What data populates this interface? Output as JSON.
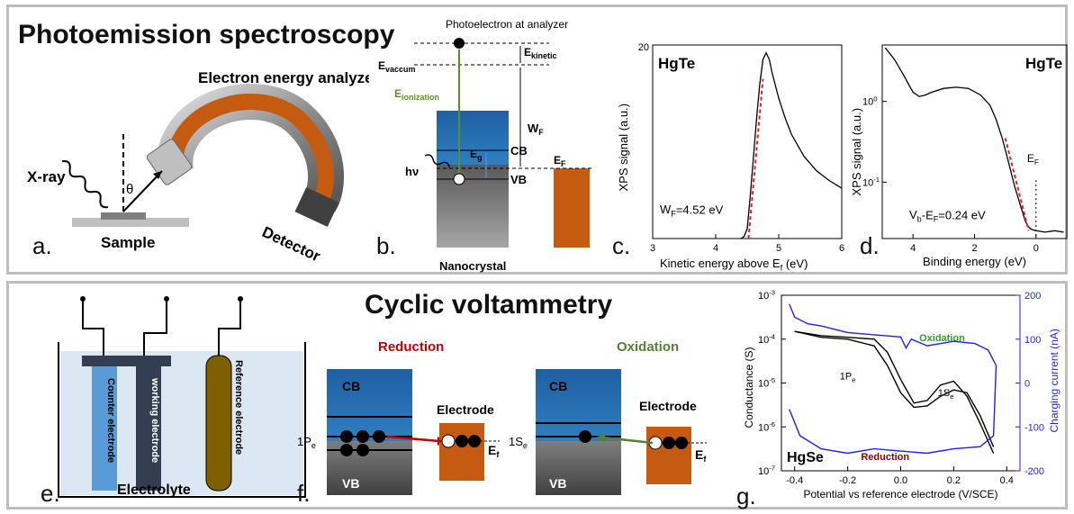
{
  "titles": {
    "photoemission": "Photoemission spectroscopy",
    "cyclic": "Cyclic voltammetry"
  },
  "panel_labels": [
    "a.",
    "b.",
    "c.",
    "d.",
    "e.",
    "f.",
    "g."
  ],
  "panel_a": {
    "analyzer": "Electron energy analyzer",
    "xray": "X-ray",
    "theta": "θ",
    "sample": "Sample",
    "detector": "Detector"
  },
  "panel_b": {
    "photoelectron": "Photoelectron at analyzer",
    "e_kinetic": "E",
    "e_kinetic_sub": "kinetic",
    "e_vaccum": "E",
    "e_vaccum_sub": "vaccum",
    "e_ionization": "E",
    "e_ionization_sub": "ionization",
    "w_f": "W",
    "w_f_sub": "F",
    "cb": "CB",
    "vb": "VB",
    "e_g": "E",
    "e_g_sub": "g",
    "e_f": "E",
    "e_f_sub": "F",
    "hv": "hν",
    "nanocrystal": "Nanocrystal",
    "colors": {
      "cb_top": "#1f5fa3",
      "vb": "#7f7f7f",
      "metal": "#c55a11",
      "ionization": "#5a8f2a"
    }
  },
  "chart_data": [
    {
      "type": "line",
      "panel": "c.",
      "title": "HgTe",
      "xlabel": "Kinetic energy above E",
      "xlabel_sub": "f",
      "xlabel_unit": " (eV)",
      "ylabel": "XPS signal (a.u.)",
      "xlim": [
        3,
        6
      ],
      "ylim": [
        0,
        20
      ],
      "xticks": [
        "3",
        "4",
        "5",
        "6"
      ],
      "yticks": [
        "20"
      ],
      "annotation": "W",
      "annotation_sub": "F",
      "annotation_value": "=4.52 eV",
      "series": [
        {
          "color": "#000000",
          "x": [
            4.4,
            4.45,
            4.5,
            4.55,
            4.6,
            4.65,
            4.7,
            4.75,
            4.8,
            4.85,
            4.9,
            5.0,
            5.1,
            5.2,
            5.4,
            5.6,
            5.8,
            6.0
          ],
          "y": [
            0.0,
            0.2,
            1.0,
            4.5,
            8.5,
            12.5,
            16.0,
            18.5,
            19.2,
            18.5,
            17.0,
            14.5,
            12.5,
            10.8,
            8.5,
            7.0,
            6.0,
            5.2
          ]
        },
        {
          "color": "#e02020",
          "dashed": true,
          "x": [
            4.52,
            4.75
          ],
          "y": [
            0.0,
            16.5
          ]
        }
      ]
    },
    {
      "type": "line",
      "panel": "d.",
      "title": "HgTe",
      "xlabel": "Binding energy (eV)",
      "ylabel": "XPS signal (a.u.)",
      "log_y": true,
      "xlim": [
        5,
        -1
      ],
      "ylim": [
        0.02,
        5
      ],
      "xticks": [
        "4",
        "2",
        "0"
      ],
      "yticks": [
        "10",
        "10"
      ],
      "ytick_exps": [
        "0",
        "-1"
      ],
      "ytick_values": [
        1,
        0.1
      ],
      "annotation": "V",
      "annotation_sub": "b",
      "annotation_mid": "-E",
      "annotation_sub2": "F",
      "annotation_value": "=0.24 eV",
      "ef_label": "E",
      "ef_sub": "F",
      "series": [
        {
          "color": "#000000",
          "x": [
            4.9,
            4.6,
            4.3,
            4.0,
            3.8,
            3.6,
            3.4,
            3.0,
            2.6,
            2.2,
            1.8,
            1.5,
            1.3,
            1.1,
            0.9,
            0.7,
            0.5,
            0.35,
            0.25,
            0.15,
            0.0,
            -0.3,
            -0.6,
            -0.9
          ],
          "y": [
            4.6,
            3.3,
            2.1,
            1.3,
            1.15,
            1.2,
            1.3,
            1.45,
            1.5,
            1.45,
            1.2,
            0.9,
            0.6,
            0.35,
            0.18,
            0.09,
            0.05,
            0.033,
            0.028,
            0.026,
            0.025,
            0.024,
            0.025,
            0.024
          ]
        },
        {
          "color": "#e02020",
          "dashed": true,
          "x": [
            1.0,
            0.24
          ],
          "y": [
            0.35,
            0.025
          ]
        }
      ]
    },
    {
      "type": "line",
      "panel": "g.",
      "label": "HgSe",
      "xlabel": "Potential vs reference electrode (V/SCE)",
      "ylabel_left": "Conductance (S)",
      "ylabel_right": "Charging current (nA)",
      "xlim": [
        -0.45,
        0.45
      ],
      "ylim_left": [
        1e-07,
        0.001
      ],
      "ylim_right": [
        -200,
        200
      ],
      "xticks": [
        "-0.4",
        "-0.2",
        "0.0",
        "0.2",
        "0.4"
      ],
      "yticks_left_base": "10",
      "yticks_left_exp": [
        "-3",
        "-4",
        "-5",
        "-6",
        "-7"
      ],
      "yticks_right": [
        "200",
        "100",
        "0",
        "-100",
        "-200"
      ],
      "oxidation_label": "Oxidation",
      "reduction_label": "Reduction",
      "state_1p": "1P",
      "state_1p_sub": "e",
      "state_1s": "1S",
      "state_1s_sub": "e",
      "series": [
        {
          "name": "conductance forward",
          "axis": "left",
          "color": "#000000",
          "x": [
            -0.4,
            -0.3,
            -0.2,
            -0.1,
            -0.05,
            0.0,
            0.05,
            0.1,
            0.15,
            0.2,
            0.25,
            0.3,
            0.35
          ],
          "y": [
            0.00015,
            0.00012,
            0.00011,
            0.0001,
            5e-05,
            1.2e-05,
            3.5e-06,
            4e-06,
            9e-06,
            1.1e-05,
            5e-06,
            1.2e-06,
            2.5e-07
          ]
        },
        {
          "name": "conductance reverse",
          "axis": "left",
          "color": "#000000",
          "x": [
            0.35,
            0.3,
            0.25,
            0.2,
            0.15,
            0.1,
            0.05,
            0.0,
            -0.05,
            -0.1,
            -0.2,
            -0.3,
            -0.4
          ],
          "y": [
            3.5e-07,
            1.8e-06,
            6e-06,
            7e-06,
            5e-06,
            3e-06,
            2.8e-06,
            6e-06,
            2.5e-05,
            7e-05,
            0.0001,
            0.00011,
            0.00015
          ]
        },
        {
          "name": "charging current",
          "axis": "right",
          "color": "#1f1fff",
          "x": [
            -0.42,
            -0.4,
            -0.35,
            -0.3,
            -0.2,
            -0.1,
            0.0,
            0.02,
            0.04,
            0.1,
            0.2,
            0.28,
            0.33,
            0.36,
            0.35,
            0.3,
            0.2,
            0.1,
            0.0,
            -0.1,
            -0.2,
            -0.3,
            -0.38,
            -0.42
          ],
          "y": [
            180,
            150,
            135,
            130,
            115,
            110,
            105,
            80,
            100,
            85,
            95,
            90,
            75,
            40,
            -120,
            -145,
            -150,
            -160,
            -155,
            -150,
            -160,
            -150,
            -120,
            -60
          ]
        }
      ]
    }
  ],
  "panel_e": {
    "counter": "Counter electrode",
    "working": "working electrode",
    "reference": "Reference electrode",
    "electrolyte": "Electrolyte",
    "colors": {
      "counter": "#5b9bd5",
      "working": "#333f50",
      "reference": "#7f6000",
      "liquid": "#dbe8f4"
    }
  },
  "panel_f": {
    "reduction": "Reduction",
    "oxidation": "Oxidation",
    "cb": "CB",
    "vb": "VB",
    "electrode": "Electrode",
    "e_f": "E",
    "e_f_sub": "f",
    "state_1p": "1P",
    "state_1p_sub": "e",
    "state_1s": "1S",
    "state_1s_sub": "e",
    "colors": {
      "reduction": "#c00000",
      "oxidation": "#538135"
    }
  }
}
